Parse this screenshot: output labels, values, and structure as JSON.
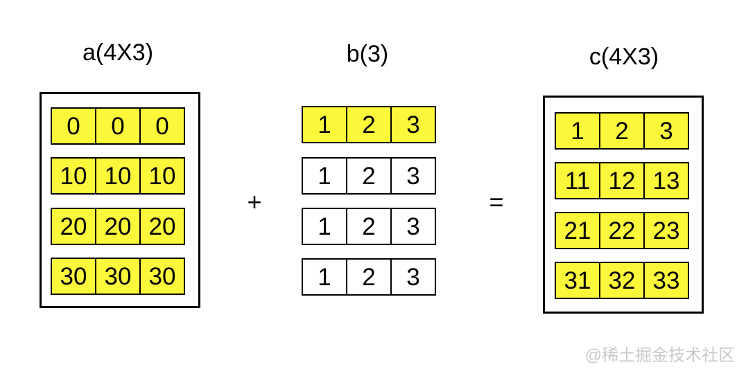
{
  "figure": {
    "matrix_a": {
      "title": "a(4X3)",
      "rows": [
        [
          "0",
          "0",
          "0"
        ],
        [
          "10",
          "10",
          "10"
        ],
        [
          "20",
          "20",
          "20"
        ],
        [
          "30",
          "30",
          "30"
        ]
      ],
      "highlighted_rows": [
        1,
        2,
        3,
        4
      ],
      "boxed": true
    },
    "matrix_b": {
      "title": "b(3)",
      "rows": [
        [
          "1",
          "2",
          "3"
        ],
        [
          "1",
          "2",
          "3"
        ],
        [
          "1",
          "2",
          "3"
        ],
        [
          "1",
          "2",
          "3"
        ]
      ],
      "highlighted_rows": [
        1
      ],
      "boxed": false
    },
    "matrix_c": {
      "title": "c(4X3)",
      "rows": [
        [
          "1",
          "2",
          "3"
        ],
        [
          "11",
          "12",
          "13"
        ],
        [
          "21",
          "22",
          "23"
        ],
        [
          "31",
          "32",
          "33"
        ]
      ],
      "highlighted_rows": [
        1,
        2,
        3,
        4
      ],
      "boxed": true
    },
    "operators": {
      "plus": "+",
      "equals": "="
    },
    "watermark": "@稀土掘金技术社区",
    "colors": {
      "highlight": "#FBF73B",
      "plain": "#FFFFFF",
      "line": "#000000",
      "watermark": "#C9C9C9"
    }
  }
}
